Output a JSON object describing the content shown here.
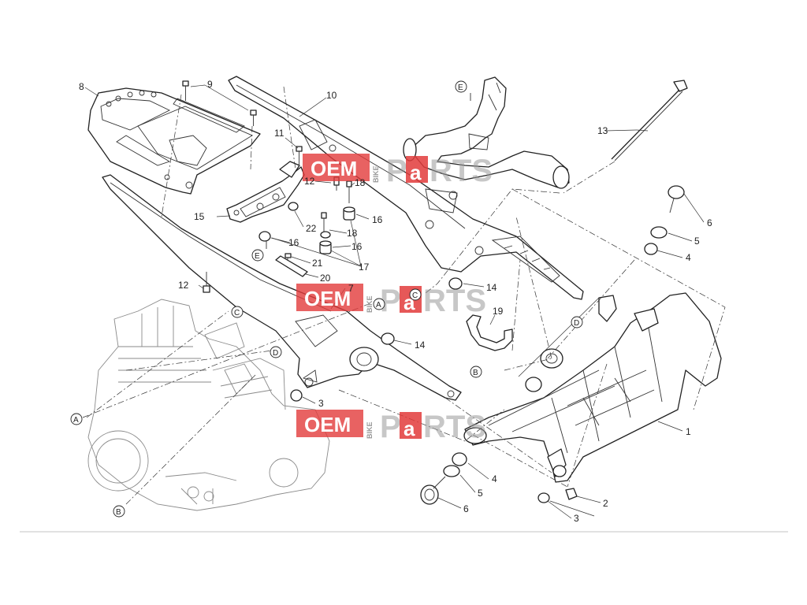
{
  "watermark": {
    "brand": "OEM",
    "vertical": "BIKE",
    "parts_prefix": "P",
    "parts_highlight": "a",
    "parts_suffix": "RTS"
  },
  "callouts": [
    {
      "id": "c1",
      "label": "1"
    },
    {
      "id": "c2",
      "label": "2"
    },
    {
      "id": "c3a",
      "label": "3"
    },
    {
      "id": "c3b",
      "label": "3"
    },
    {
      "id": "c4a",
      "label": "4"
    },
    {
      "id": "c4b",
      "label": "4"
    },
    {
      "id": "c5a",
      "label": "5"
    },
    {
      "id": "c5b",
      "label": "5"
    },
    {
      "id": "c6a",
      "label": "6"
    },
    {
      "id": "c6b",
      "label": "6"
    },
    {
      "id": "c7",
      "label": "7"
    },
    {
      "id": "c8",
      "label": "8"
    },
    {
      "id": "c9",
      "label": "9"
    },
    {
      "id": "c10",
      "label": "10"
    },
    {
      "id": "c11",
      "label": "11"
    },
    {
      "id": "c12a",
      "label": "12"
    },
    {
      "id": "c12b",
      "label": "12"
    },
    {
      "id": "c13",
      "label": "13"
    },
    {
      "id": "c14a",
      "label": "14"
    },
    {
      "id": "c14b",
      "label": "14"
    },
    {
      "id": "c15",
      "label": "15"
    },
    {
      "id": "c16a",
      "label": "16"
    },
    {
      "id": "c16b",
      "label": "16"
    },
    {
      "id": "c16c",
      "label": "16"
    },
    {
      "id": "c17",
      "label": "17"
    },
    {
      "id": "c18a",
      "label": "18"
    },
    {
      "id": "c18b",
      "label": "18"
    },
    {
      "id": "c19",
      "label": "19"
    },
    {
      "id": "c20",
      "label": "20"
    },
    {
      "id": "c21",
      "label": "21"
    },
    {
      "id": "c22",
      "label": "22"
    }
  ],
  "reference_markers": [
    {
      "id": "rA1",
      "label": "A"
    },
    {
      "id": "rA2",
      "label": "A"
    },
    {
      "id": "rB1",
      "label": "B"
    },
    {
      "id": "rB2",
      "label": "B"
    },
    {
      "id": "rC1",
      "label": "C"
    },
    {
      "id": "rC2",
      "label": "C"
    },
    {
      "id": "rD1",
      "label": "D"
    },
    {
      "id": "rD2",
      "label": "D"
    },
    {
      "id": "rE1",
      "label": "E"
    },
    {
      "id": "rE2",
      "label": "E"
    }
  ]
}
